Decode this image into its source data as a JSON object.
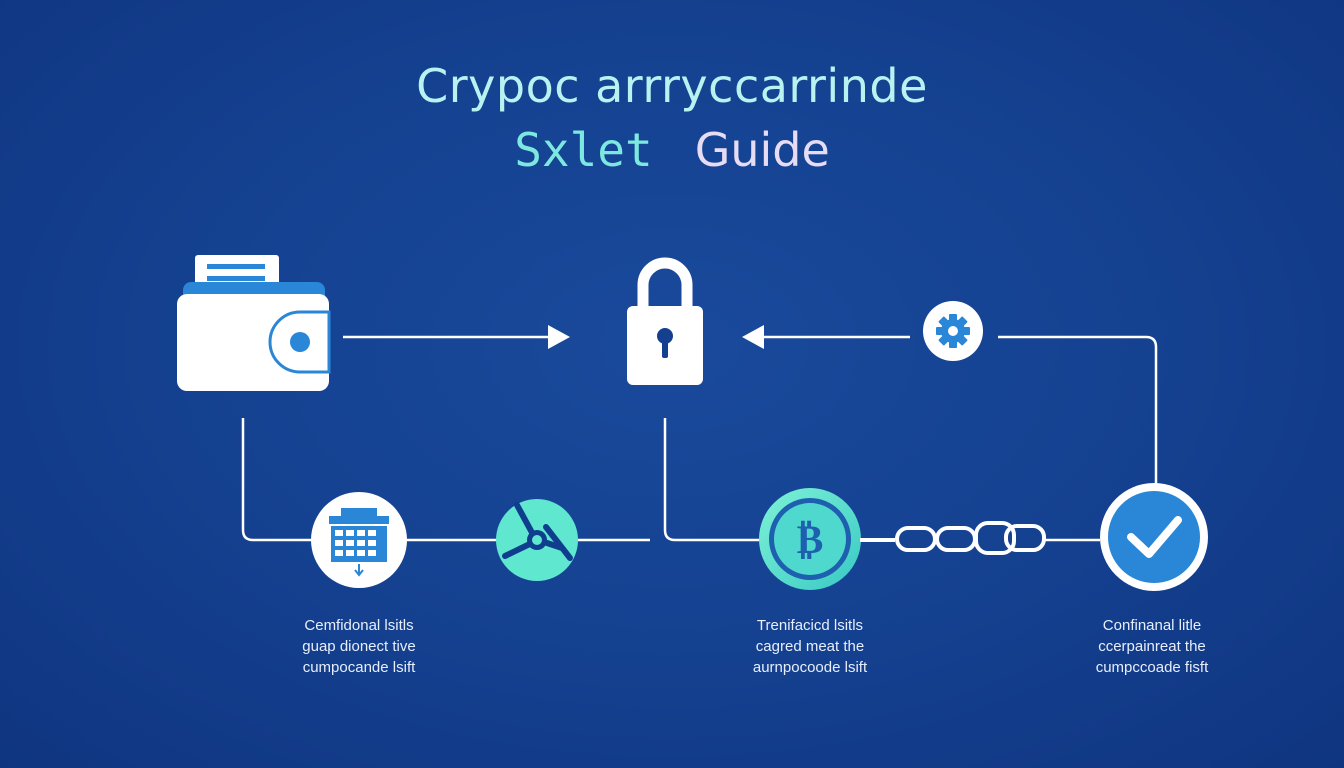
{
  "title": "Crypoc arrryccarrinde",
  "subtitle": {
    "word1": "Sxlet",
    "word2": "Guide"
  },
  "nodes": {
    "wallet": "wallet-icon",
    "lock": "padlock-icon",
    "gear": "gear-icon",
    "bank": "bank-building-icon",
    "aperture": "aperture-icon",
    "bitcoin": "bitcoin-coin-icon",
    "chain": "chain-link-icon",
    "check": "checkmark-icon"
  },
  "captions": [
    {
      "lines": [
        "Cemfidonal lsitls",
        "guap dionect tive",
        "cumpocande lsift"
      ]
    },
    {
      "lines": [
        "Trenifacicd lsitls",
        "cagred meat the",
        "aurnpocoode lsift"
      ]
    },
    {
      "lines": [
        "Confinanal litle",
        "ccerpainreat the",
        "cumpccoade fisft"
      ]
    }
  ],
  "colors": {
    "background": "#14408f",
    "accent_teal": "#5fe8cf",
    "accent_blue": "#2a86d6",
    "line_white": "#ffffff",
    "title_text": "#b9f2f0"
  }
}
